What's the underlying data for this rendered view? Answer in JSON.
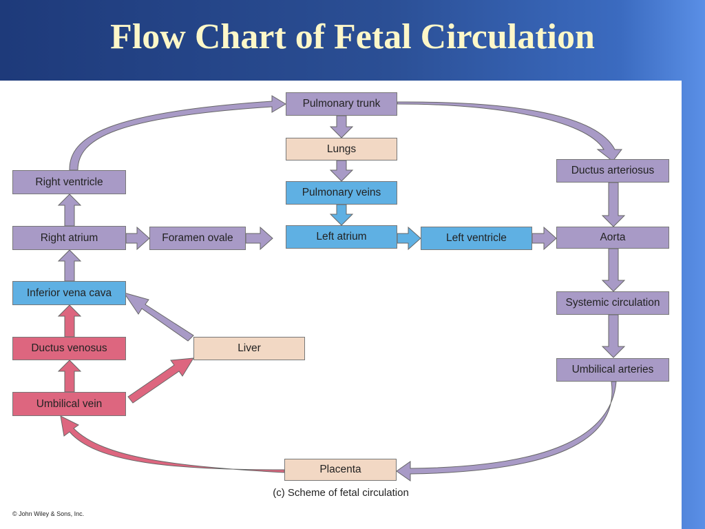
{
  "title": "Flow Chart of Fetal Circulation",
  "colors": {
    "purple": "#a89ac6",
    "peach": "#f2d8c4",
    "blue": "#5fb0e3",
    "red": "#dd667f"
  },
  "nodes": {
    "pulmonary_trunk": "Pulmonary trunk",
    "lungs": "Lungs",
    "pulmonary_veins": "Pulmonary veins",
    "right_ventricle": "Right ventricle",
    "right_atrium": "Right atrium",
    "foramen_ovale": "Foramen ovale",
    "left_atrium": "Left atrium",
    "left_ventricle": "Left ventricle",
    "aorta": "Aorta",
    "ductus_arteriosus": "Ductus arteriosus",
    "systemic_circulation": "Systemic circulation",
    "umbilical_arteries": "Umbilical arteries",
    "inferior_vena_cava": "Inferior vena cava",
    "ductus_venosus": "Ductus venosus",
    "liver": "Liver",
    "umbilical_vein": "Umbilical vein",
    "placenta": "Placenta"
  },
  "caption": "(c) Scheme of fetal circulation",
  "copyright": "© John Wiley & Sons, Inc."
}
